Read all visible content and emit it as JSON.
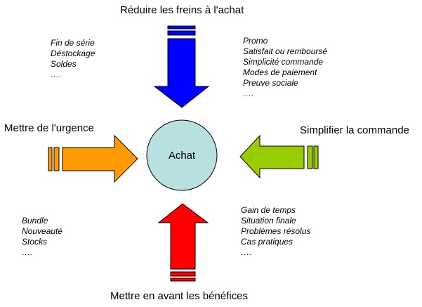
{
  "center": {
    "label": "Achat",
    "color": "#b9e0e0"
  },
  "top": {
    "title": "Réduire les freins à l'achat",
    "color": "#0000ff",
    "items": [
      "Promo",
      "Satisfait ou remboursé",
      "Simplicité commande",
      "Modes de paiement",
      "Preuve sociale",
      "…."
    ]
  },
  "right": {
    "title": "Simplifier la commande",
    "color": "#99cc00"
  },
  "left": {
    "title": "Mettre de l'urgence",
    "color": "#ff9900",
    "items": [
      "Fin de série",
      "Déstockage",
      "Soldes",
      "…."
    ]
  },
  "bottom": {
    "title": "Mettre en avant les bénéfices",
    "color": "#ff0000",
    "items": [
      "Gain de temps",
      "Situation finale",
      "Problèmes résolus",
      "Cas pratiques",
      "…."
    ]
  },
  "bottom_left": {
    "items": [
      "Bundle",
      "Nouveauté",
      "Stocks",
      "…."
    ]
  }
}
